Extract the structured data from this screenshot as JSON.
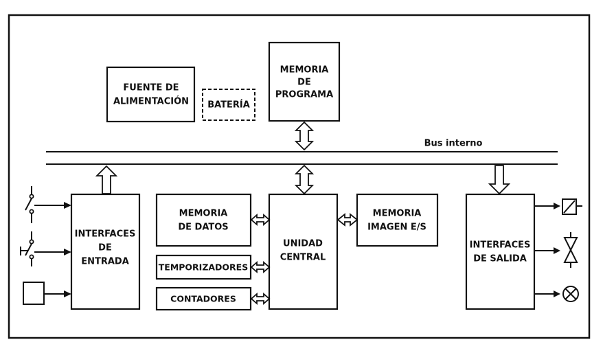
{
  "blocks": {
    "fuente": [
      "FUENTE DE",
      "ALIMENTACIÓN"
    ],
    "bateria": [
      "BATERÍA"
    ],
    "memoria_programa": [
      "MEMORIA",
      "DE",
      "PROGRAMA"
    ],
    "interfaces_entrada": [
      "INTERFACES",
      "DE",
      "ENTRADA"
    ],
    "memoria_datos": [
      "MEMORIA",
      "DE DATOS"
    ],
    "temporizadores": [
      "TEMPORIZADORES"
    ],
    "contadores": [
      "CONTADORES"
    ],
    "unidad_central": [
      "UNIDAD",
      "CENTRAL"
    ],
    "memoria_imagen": [
      "MEMORIA",
      "IMAGEN E/S"
    ],
    "interfaces_salida": [
      "INTERFACES",
      "DE SALIDA"
    ]
  },
  "bus": {
    "label": "Bus interno"
  },
  "inputs": [
    "switch-normally-open-icon",
    "pushbutton-icon",
    "sensor-box-icon"
  ],
  "outputs": [
    "coil-icon",
    "valve-icon",
    "lamp-icon"
  ]
}
